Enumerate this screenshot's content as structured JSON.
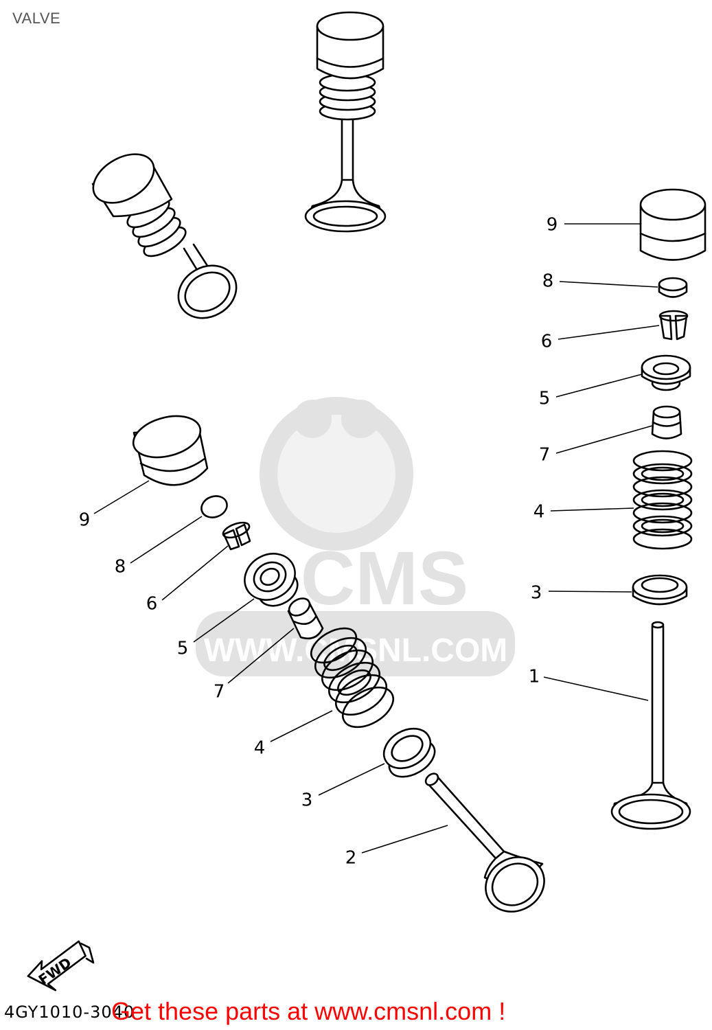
{
  "title": "VALVE",
  "watermark": {
    "brand": "CMS",
    "url": "WWW.CMSNL.COM"
  },
  "direction_label": "FWD",
  "diagram_code": "4GY1010-3040",
  "promo_text": "Get these parts at www.cmsnl.com !",
  "promo_color": "#ff0000",
  "callouts": {
    "right": [
      "9",
      "8",
      "6",
      "5",
      "7",
      "4",
      "3",
      "1"
    ],
    "left": [
      "9",
      "8",
      "6",
      "5",
      "7",
      "4",
      "3",
      "2"
    ]
  }
}
